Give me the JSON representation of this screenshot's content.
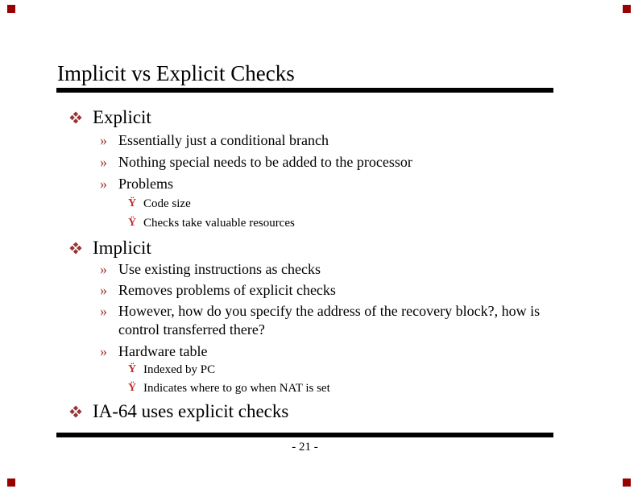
{
  "slide": {
    "title": "Implicit vs Explicit Checks",
    "page_number": "- 21 -",
    "colors": {
      "background": "#ffffff",
      "text": "#000000",
      "rule": "#000000",
      "level1_bullet": "#9b3434",
      "level2_bullet": "#9b3434",
      "level3_bullet": "#c13030",
      "corner_mark": "#990000"
    },
    "bullets": {
      "level1_glyph_name": "four-diamonds-icon",
      "level2_glyph": "»",
      "level3_glyph": "Ÿ"
    },
    "items": [
      {
        "level": 1,
        "text": "Explicit"
      },
      {
        "level": 2,
        "text": "Essentially just a conditional branch"
      },
      {
        "level": 2,
        "text": "Nothing special needs to be added to the processor"
      },
      {
        "level": 2,
        "text": "Problems"
      },
      {
        "level": 3,
        "text": "Code size"
      },
      {
        "level": 3,
        "text": "Checks take valuable resources"
      },
      {
        "level": 1,
        "text": "Implicit"
      },
      {
        "level": 2,
        "text": "Use existing instructions as checks"
      },
      {
        "level": 2,
        "text": "Removes problems of explicit checks"
      },
      {
        "level": 2,
        "text": "However, how do you specify the address of the recovery block?, how is control transferred there?"
      },
      {
        "level": 2,
        "text": "Hardware table"
      },
      {
        "level": 3,
        "text": "Indexed by PC"
      },
      {
        "level": 3,
        "text": "Indicates where to go when NAT is set"
      },
      {
        "level": 1,
        "text": "IA-64 uses explicit checks"
      }
    ]
  }
}
